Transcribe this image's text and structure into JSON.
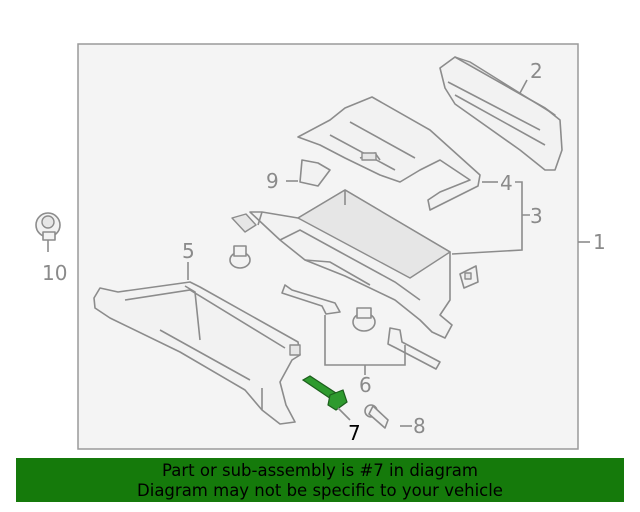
{
  "callouts": {
    "c1": "1",
    "c2": "2",
    "c3": "3",
    "c4": "4",
    "c5": "5",
    "c6": "6",
    "c7": "7",
    "c8": "8",
    "c9": "9",
    "c10": "10"
  },
  "highlighted_part": "7",
  "colors": {
    "banner_background": "#157a0b",
    "highlight_part": "#2e9a2e",
    "line_art": "#8c8c8c"
  },
  "banner": {
    "line1": "Part or sub-assembly is #7 in diagram",
    "line2": "Diagram may not be specific to your vehicle"
  }
}
